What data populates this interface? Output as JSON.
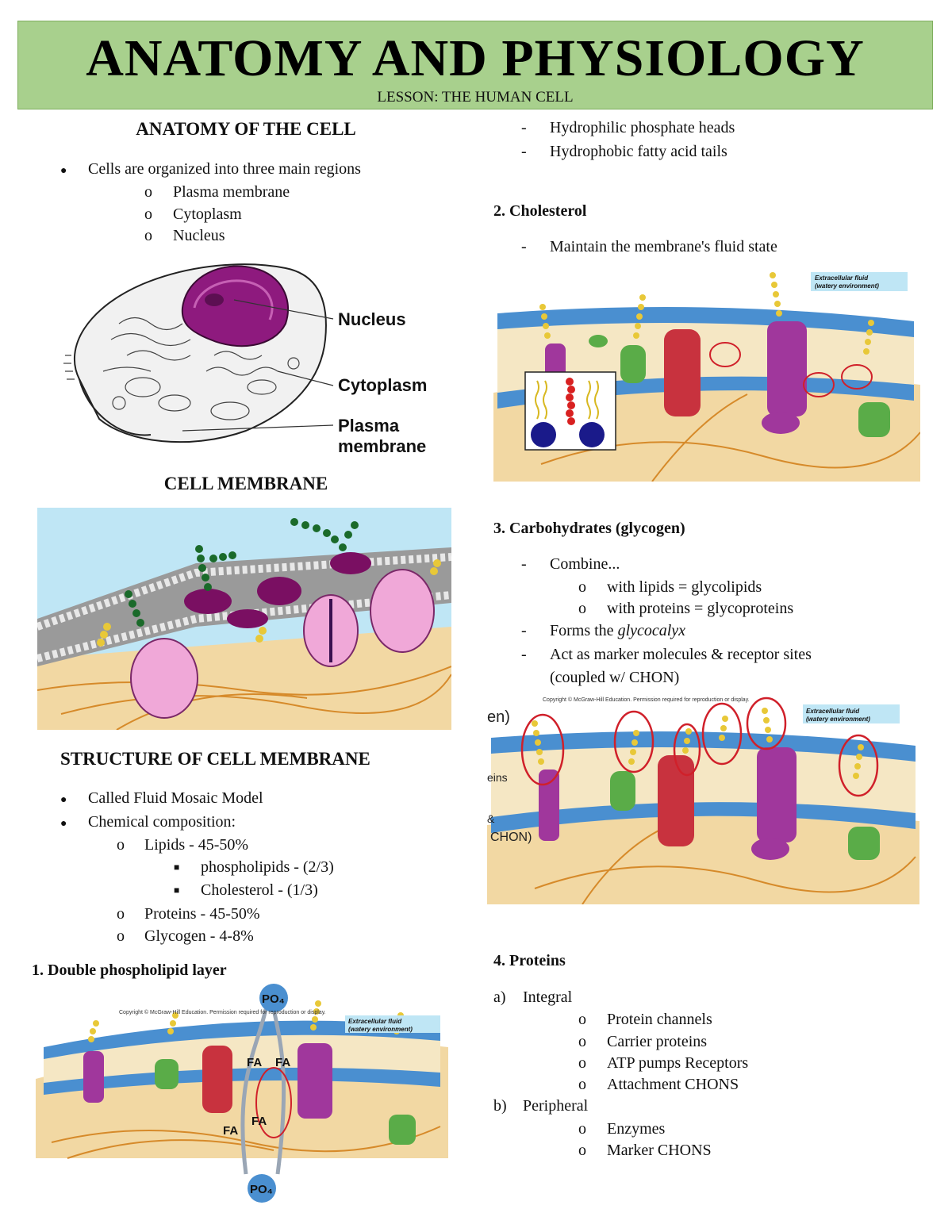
{
  "header": {
    "title": "ANATOMY AND PHYSIOLOGY",
    "lesson": "LESSON: THE HUMAN CELL"
  },
  "left": {
    "anatomy_heading": "ANATOMY OF THE CELL",
    "regions_intro": "Cells are organized into three main regions",
    "regions": [
      "Plasma membrane",
      "Cytoplasm",
      "Nucleus"
    ],
    "cell_figure_labels": [
      "Nucleus",
      "Cytoplasm",
      "Plasma",
      "membrane"
    ],
    "membrane_heading": "CELL MEMBRANE",
    "structure_heading": "STRUCTURE OF CELL MEMBRANE",
    "structure_bullets": [
      "Called Fluid Mosaic Model",
      "Chemical composition:"
    ],
    "composition": {
      "lipids": "Lipids - 45-50%",
      "phospholipids": "phospholipids - (2/3)",
      "cholesterol": "Cholesterol - (1/3)",
      "proteins": "Proteins - 45-50%",
      "glycogen": "Glycogen - 4-8%"
    },
    "double_layer_heading": "1. Double phospholipid layer",
    "double_layer_figure": {
      "copyright": "Copyright © McGraw-Hill Education. Permission required for reproduction or display.",
      "extracellular_1": "Extracellular fluid",
      "extracellular_2": "(watery environment)",
      "po4_top": "PO₄",
      "po4_bottom": "PO₄",
      "fa_labels": [
        "FA",
        "FA",
        "FA",
        "FA"
      ]
    }
  },
  "right": {
    "phosphate_items": [
      "Hydrophilic phosphate heads",
      "Hydrophobic fatty acid tails"
    ],
    "cholesterol_heading": "2. Cholesterol",
    "cholesterol_items": [
      "Maintain the membrane's fluid state"
    ],
    "cholesterol_figure": {
      "extracellular_1": "Extracellular fluid",
      "extracellular_2": "(watery environment)"
    },
    "carbs_heading": "3. Carbohydrates (glycogen)",
    "carbs_combine": "Combine...",
    "carbs_sub": [
      "with lipids = glycolipids",
      "with proteins = glycoproteins"
    ],
    "carbs_forms_prefix": "Forms the ",
    "carbs_forms_italic": "glycocalyx",
    "carbs_marker_1": "Act as marker molecules & receptor sites",
    "carbs_marker_2": "(coupled w/ CHON)",
    "glyco_figure": {
      "copyright": "Copyright © McGraw-Hill Education. Permission required for reproduction or display.",
      "extracellular_1": "Extracellular fluid",
      "extracellular_2": "(watery environment)",
      "cut_labels": [
        "en)",
        "eins",
        "&",
        "CHON)"
      ]
    },
    "proteins_heading": "4. Proteins",
    "integral_marker": "a)",
    "integral_label": "Integral",
    "integral_items": [
      "Protein channels",
      "Carrier proteins",
      "ATP pumps Receptors",
      "Attachment CHONS"
    ],
    "peripheral_marker": "b)",
    "peripheral_label": "Peripheral",
    "peripheral_items": [
      "Enzymes",
      "Marker CHONS"
    ]
  },
  "colors": {
    "banner": "#a8d08d",
    "nucleus": "#8e1a7e",
    "extracellular": "#bfe6f5",
    "phospholipid_head": "#4a8fd0",
    "cytoplasm": "#f2d8a3",
    "protein_red": "#c8323e",
    "protein_purple": "#a0379c",
    "protein_green": "#5aac48",
    "glycogen_yellow": "#e8c838",
    "circle_highlight": "#d0202a"
  }
}
